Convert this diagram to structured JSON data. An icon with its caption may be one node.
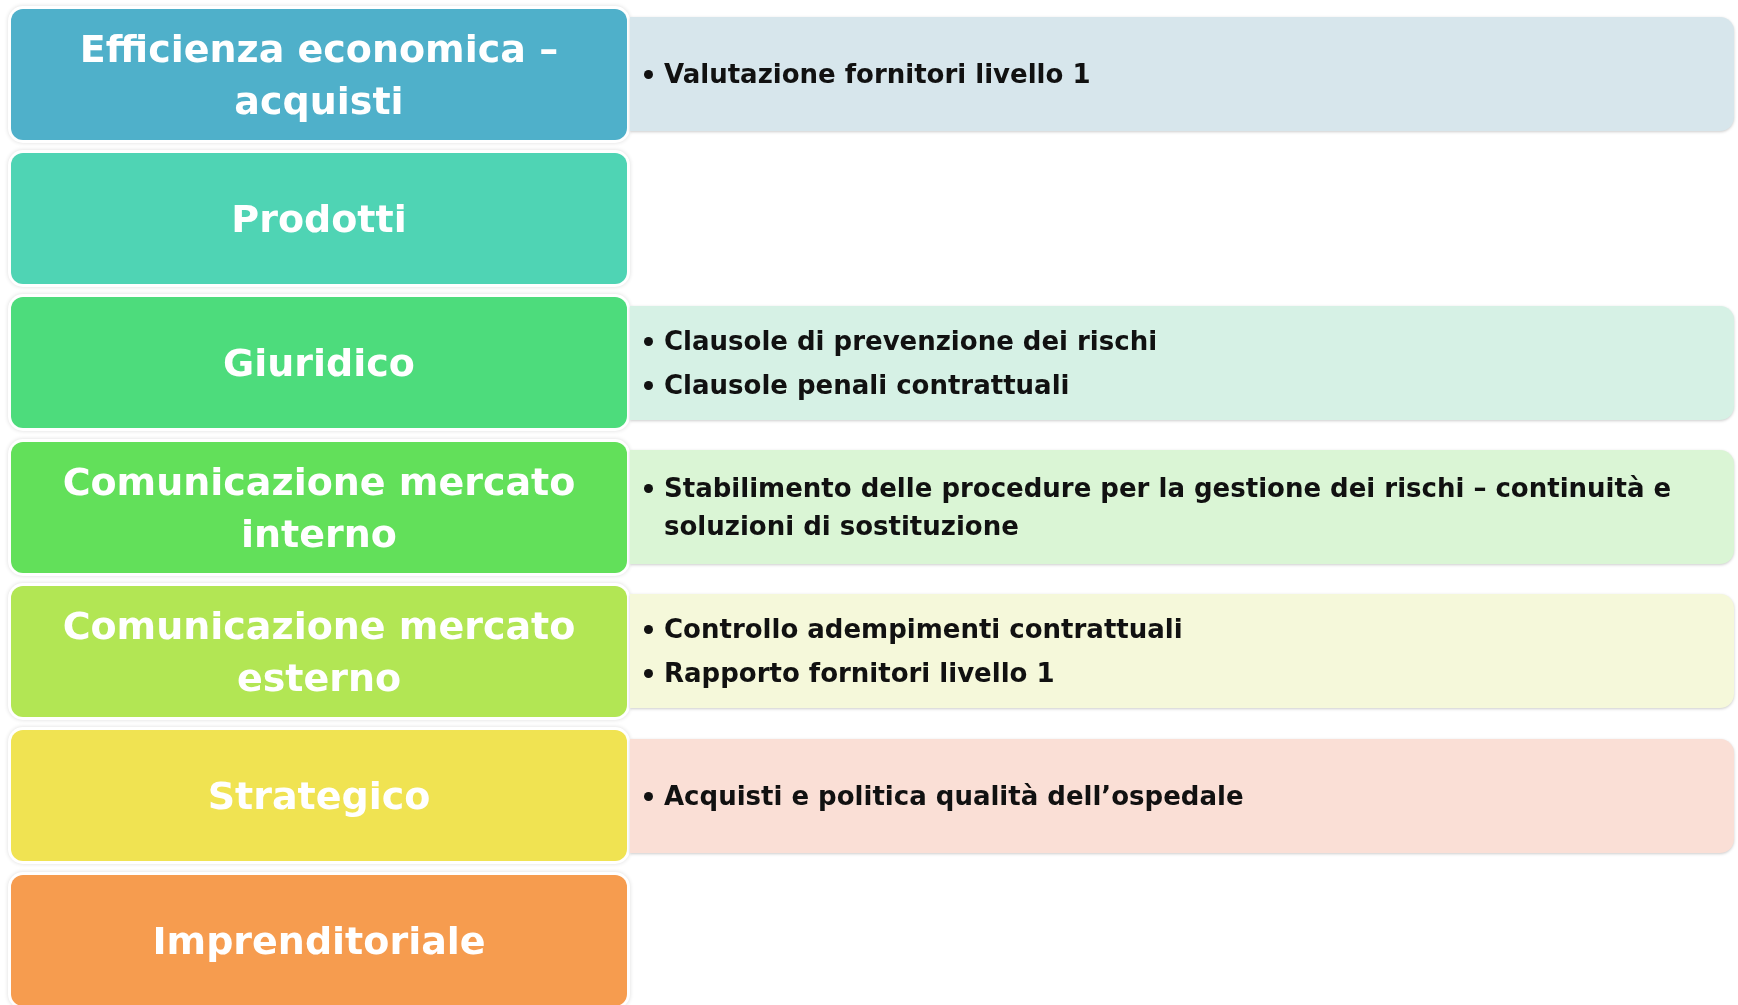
{
  "diagram": {
    "nodes": [
      {
        "text": [
          "Efficienza economica – acquisti"
        ]
      },
      {
        "text": [
          "Valutazione fornitori livello 1"
        ]
      },
      {
        "text": [
          "Prodotti"
        ]
      },
      {
        "text": [
          "Giuridico"
        ]
      },
      {
        "text": [
          "Clausole di prevenzione dei rischi",
          "Clausole penali contrattuali"
        ]
      },
      {
        "text": [
          "Comunicazione mercato interno"
        ]
      },
      {
        "text": [
          "Stabilimento delle procedure per la gestione dei rischi – continuità e soluzioni di sostituzione"
        ]
      },
      {
        "text": [
          "Comunicazione mercato esterno"
        ]
      },
      {
        "text": [
          "Controllo adempimenti contrattuali",
          "Rapporto fornitori livello 1"
        ]
      },
      {
        "text": [
          "Strategico"
        ]
      },
      {
        "text": [
          "Acquisti e politica qualità dell’ospedale"
        ]
      },
      {
        "text": [
          "Imprenditoriale"
        ]
      }
    ]
  }
}
